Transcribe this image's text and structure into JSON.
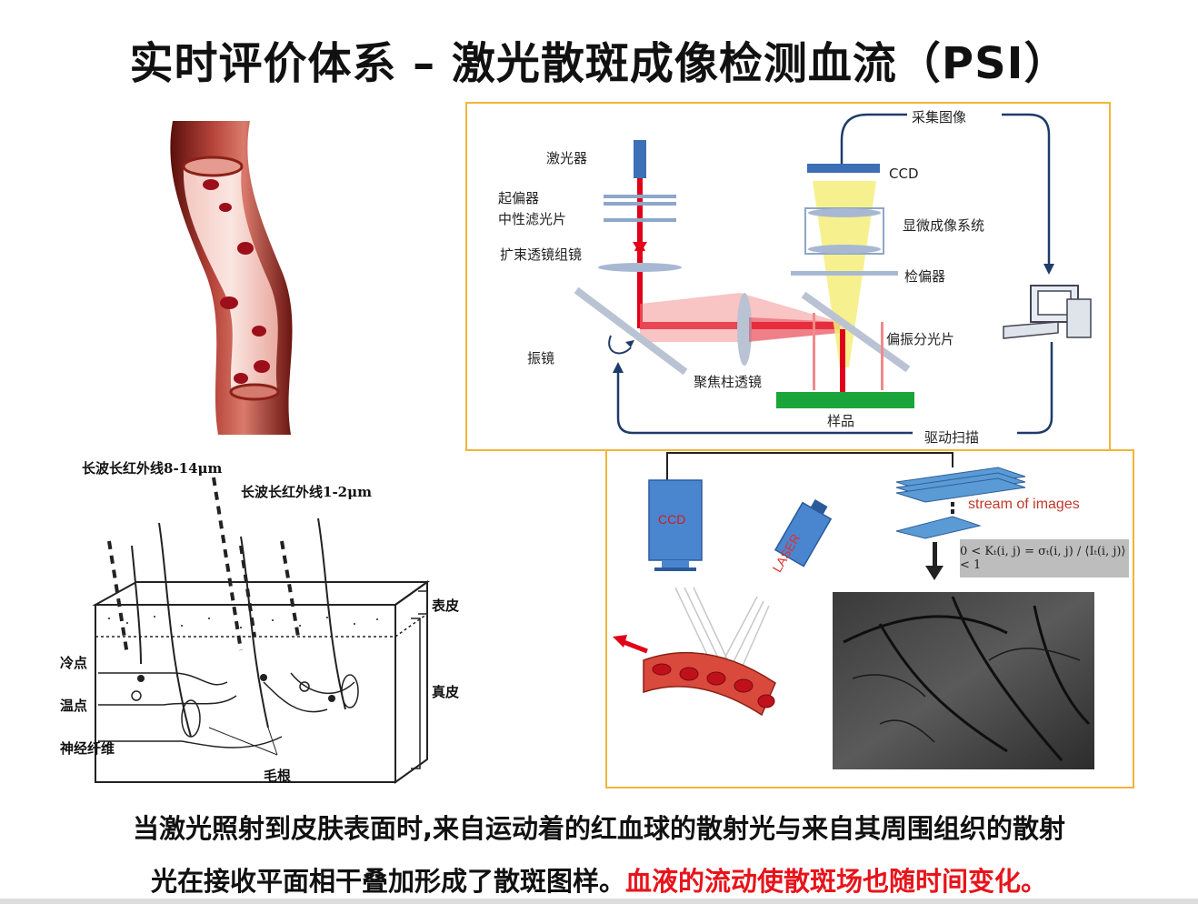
{
  "title": "实时评价体系 – 激光散斑成像检测血流（PSI）",
  "optical_setup": {
    "labels": {
      "laser": "激光器",
      "polarizer": "起偏器",
      "nd_filter": "中性滤光片",
      "beam_expander": "扩束透镜组镜",
      "galvo": "振镜",
      "cyl_lens": "聚焦柱透镜",
      "sample": "样品",
      "drive_scan": "驱动扫描",
      "capture": "采集图像",
      "ccd": "CCD",
      "microscope": "显微成像系统",
      "analyzer": "检偏器",
      "pbs": "偏振分光片"
    }
  },
  "skin_diagram": {
    "labels": {
      "ir_long": "长波长红外线8-14μm",
      "ir_short": "长波长红外线1-2μm",
      "epidermis": "表皮",
      "dermis": "真皮",
      "cold_point": "冷点",
      "warm_point": "温点",
      "nerve_fiber": "神经纤维",
      "hair_root": "毛根"
    }
  },
  "psi_schematic": {
    "ccd": "CCD",
    "laser": "LASER",
    "stream": "stream of images",
    "formula": "0 < Kₜ(i, j) = σₜ(i, j) / ⟨Iₜ(i, j)⟩ < 1"
  },
  "caption": {
    "line1": "当激光照射到皮肤表面时,来自运动着的红血球的散射光与来自其周围组织的散射",
    "line2_black": "光在接收平面相干叠加形成了散斑图样。",
    "line2_red": "血液的流动使散斑场也随时间变化。"
  },
  "colors": {
    "frame": "#f3b43a",
    "accent_red": "#e8141b",
    "laser_red": "#e0001a",
    "sample_green": "#1aa53a",
    "ccd_blue": "#3c6fb6"
  }
}
